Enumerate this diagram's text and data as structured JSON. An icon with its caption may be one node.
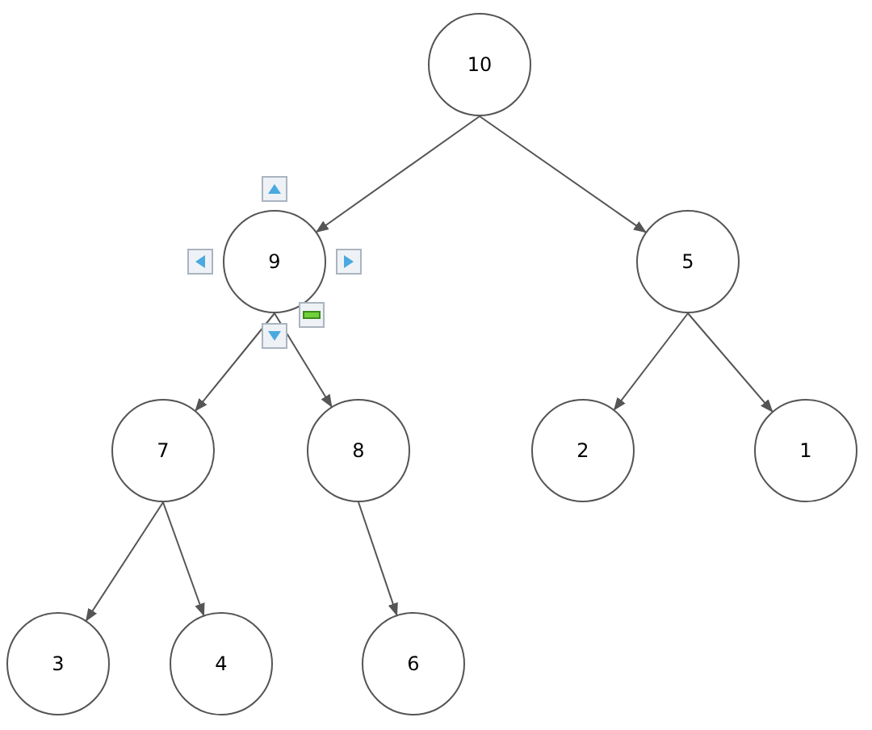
{
  "diagram": {
    "nodes": [
      {
        "text": [
          "10"
        ]
      },
      {
        "text": [
          "9"
        ]
      },
      {
        "text": [
          "5"
        ]
      },
      {
        "text": [
          "7"
        ]
      },
      {
        "text": [
          "8"
        ]
      },
      {
        "text": [
          "2"
        ]
      },
      {
        "text": [
          "1"
        ]
      },
      {
        "text": [
          "3"
        ]
      },
      {
        "text": [
          "4"
        ]
      },
      {
        "text": [
          "6"
        ]
      }
    ],
    "edges": [
      {
        "from": 0,
        "to": 1,
        "arrow": "to"
      },
      {
        "from": 0,
        "to": 2,
        "arrow": "to"
      },
      {
        "from": 1,
        "to": 3,
        "arrow": "to"
      },
      {
        "from": 1,
        "to": 4,
        "arrow": "to"
      },
      {
        "from": 2,
        "to": 5,
        "arrow": "to"
      },
      {
        "from": 2,
        "to": 6,
        "arrow": "to"
      },
      {
        "from": 3,
        "to": 7,
        "arrow": "to"
      },
      {
        "from": 3,
        "to": 8,
        "arrow": "to"
      },
      {
        "from": 4,
        "to": 9,
        "arrow": "to"
      }
    ]
  }
}
